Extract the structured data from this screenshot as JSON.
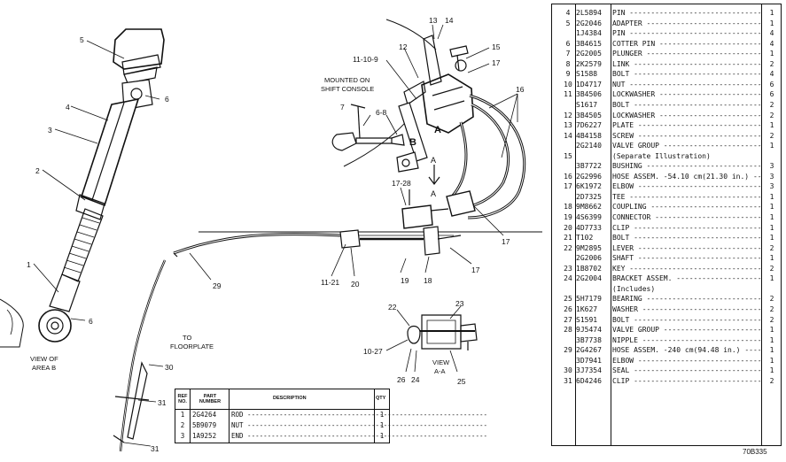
{
  "callouts": {
    "c1": "1",
    "c2": "2",
    "c3": "3",
    "c4": "4",
    "c5": "5",
    "c6a": "6",
    "c6b": "6",
    "c12": "12",
    "c13": "13",
    "c14": "14",
    "c15": "15",
    "c17a": "17",
    "c16": "16",
    "c11_10_9": "11-10-9",
    "c7": "7",
    "c6_8": "6-8",
    "c17_28": "17-28",
    "c17b": "17",
    "c17c": "17",
    "c29": "29",
    "c11_21": "11-21",
    "c20": "20",
    "c19": "19",
    "c18": "18",
    "c22": "22",
    "c23": "23",
    "c10_27": "10-27",
    "c26": "26",
    "c24": "24",
    "c25": "25",
    "c30": "30",
    "c31a": "31",
    "c31b": "31",
    "letterB": "B",
    "letterA": "A",
    "letterA2": "A",
    "letterA3": "A"
  },
  "notes": {
    "mounted_line1": "MOUNTED ON",
    "mounted_line2": "SHIFT CONSOLE",
    "view_area_line1": "VIEW OF",
    "view_area_line2": "AREA B",
    "to_floorplate_line1": "TO",
    "to_floorplate_line2": "FLOORPLATE",
    "view_aa_line1": "VIEW",
    "view_aa_line2": "A-A",
    "figure_number": "70B335"
  },
  "small_table": {
    "headers": {
      "ref": "REF NO.",
      "part": "PART NUMBER",
      "description": "DESCRIPTION",
      "qty": "QTY"
    },
    "rows": [
      {
        "ref": "1",
        "part": "2G4264",
        "description": "ROD",
        "qty": "1"
      },
      {
        "ref": "2",
        "part": "5B9079",
        "description": "NUT",
        "qty": "1"
      },
      {
        "ref": "3",
        "part": "1A9252",
        "description": "END",
        "qty": "1"
      }
    ]
  },
  "parts_list": [
    {
      "ref": "4",
      "part": "2L5894",
      "description": "PIN",
      "qty": "1"
    },
    {
      "ref": "5",
      "part": "2G2046",
      "description": "ADAPTER",
      "qty": "1"
    },
    {
      "ref": "",
      "part": "1J4384",
      "description": "PIN",
      "qty": "4"
    },
    {
      "ref": "6",
      "part": "3B4615",
      "description": "COTTER PIN",
      "qty": "4"
    },
    {
      "ref": "7",
      "part": "2G2005",
      "description": "PLUNGER",
      "qty": "1"
    },
    {
      "ref": "8",
      "part": "2K2579",
      "description": "LINK",
      "qty": "2"
    },
    {
      "ref": "9",
      "part": "S1588",
      "description": "BOLT",
      "qty": "4"
    },
    {
      "ref": "10",
      "part": "1D4717",
      "description": "NUT",
      "qty": "6"
    },
    {
      "ref": "11",
      "part": "3B4506",
      "description": "LOCKWASHER",
      "qty": "6"
    },
    {
      "ref": "",
      "part": "S1617",
      "description": "BOLT",
      "qty": "2"
    },
    {
      "ref": "12",
      "part": "3B4505",
      "description": "LOCKWASHER",
      "qty": "2"
    },
    {
      "ref": "13",
      "part": "7D6227",
      "description": "PLATE",
      "qty": "1"
    },
    {
      "ref": "14",
      "part": "4B4158",
      "description": "SCREW",
      "qty": "2"
    },
    {
      "ref": "",
      "part": "2G2140",
      "description": "VALVE GROUP",
      "qty": "1"
    },
    {
      "ref": "15",
      "part": "",
      "description": "(Separate Illustration)",
      "qty": ""
    },
    {
      "ref": "",
      "part": "3B7722",
      "description": "BUSHING",
      "qty": "3"
    },
    {
      "ref": "16",
      "part": "2G2996",
      "description": "HOSE ASSEM. -54.10 cm(21.30 in.)",
      "qty": "3"
    },
    {
      "ref": "17",
      "part": "6K1972",
      "description": "ELBOW",
      "qty": "3"
    },
    {
      "ref": "",
      "part": "2D7325",
      "description": "TEE",
      "qty": "1"
    },
    {
      "ref": "18",
      "part": "9M8662",
      "description": "COUPLING",
      "qty": "1"
    },
    {
      "ref": "19",
      "part": "4S6399",
      "description": "CONNECTOR",
      "qty": "1"
    },
    {
      "ref": "20",
      "part": "4D7733",
      "description": "CLIP",
      "qty": "1"
    },
    {
      "ref": "21",
      "part": "T102",
      "description": "BOLT",
      "qty": "1"
    },
    {
      "ref": "22",
      "part": "9M2895",
      "description": "LEVER",
      "qty": "2"
    },
    {
      "ref": "",
      "part": "2G2006",
      "description": "SHAFT",
      "qty": "1"
    },
    {
      "ref": "23",
      "part": "1B8702",
      "description": "KEY",
      "qty": "2"
    },
    {
      "ref": "24",
      "part": "2G2004",
      "description": "BRACKET ASSEM.",
      "qty": "1"
    },
    {
      "ref": "",
      "part": "",
      "description": "(Includes)",
      "qty": ""
    },
    {
      "ref": "25",
      "part": "5H7179",
      "description": "BEARING",
      "qty": "2"
    },
    {
      "ref": "26",
      "part": "1K627",
      "description": "WASHER",
      "qty": "2"
    },
    {
      "ref": "27",
      "part": "S1591",
      "description": "BOLT",
      "qty": "2"
    },
    {
      "ref": "28",
      "part": "9J5474",
      "description": "VALVE GROUP",
      "qty": "1"
    },
    {
      "ref": "",
      "part": "3B7738",
      "description": "NIPPLE",
      "qty": "1"
    },
    {
      "ref": "29",
      "part": "2G4267",
      "description": "HOSE ASSEM. -240 cm(94.48 in.)",
      "qty": "1"
    },
    {
      "ref": "",
      "part": "3D7941",
      "description": "ELBOW",
      "qty": "1"
    },
    {
      "ref": "30",
      "part": "3J7354",
      "description": "SEAL",
      "qty": "1"
    },
    {
      "ref": "31",
      "part": "6D4246",
      "description": "CLIP",
      "qty": "2"
    }
  ]
}
